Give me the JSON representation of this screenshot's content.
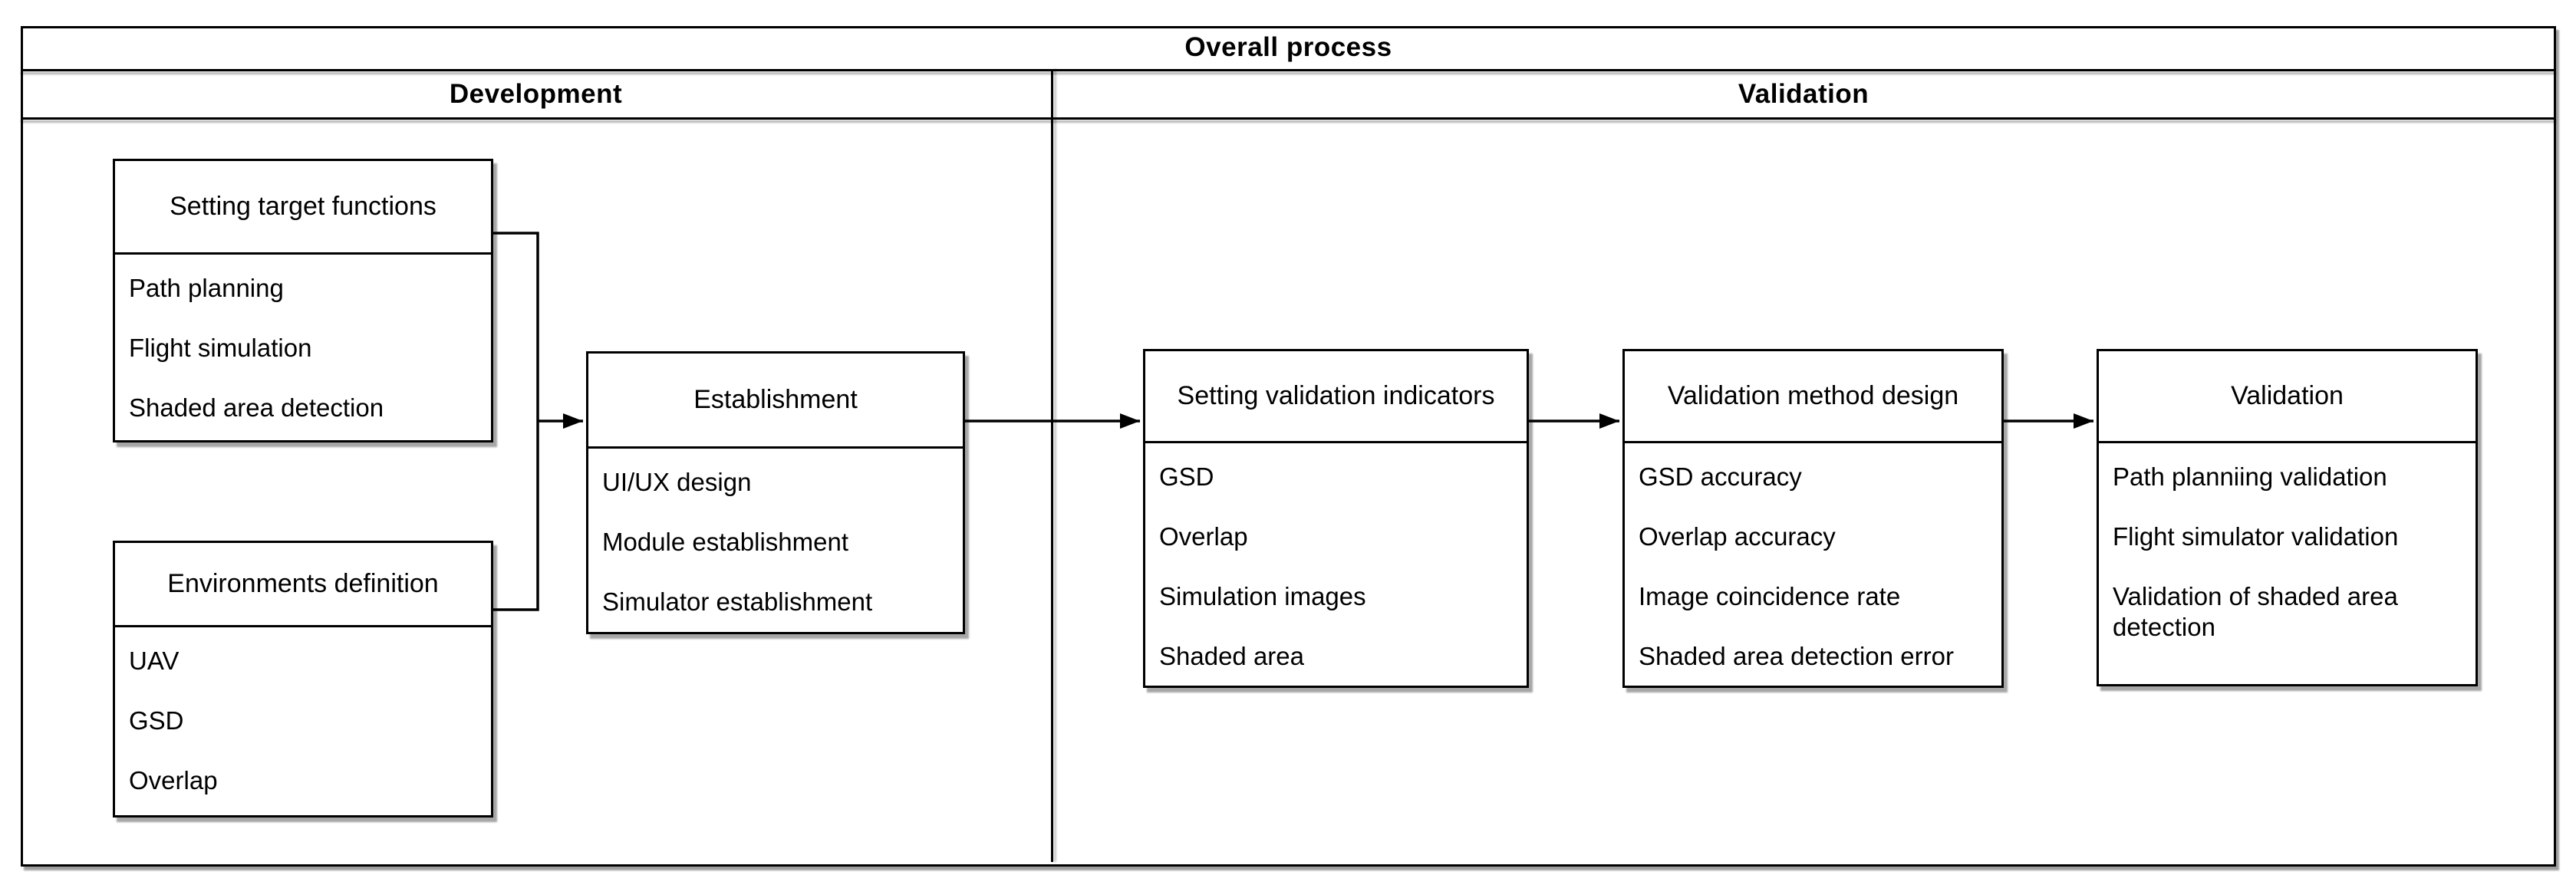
{
  "title": "Overall process",
  "sections": {
    "development": "Development",
    "validation": "Validation"
  },
  "boxes": [
    {
      "id": "setting-target-functions",
      "title": "Setting target functions",
      "items": [
        "Path planning",
        "Flight simulation",
        "Shaded area detection"
      ]
    },
    {
      "id": "environments-definition",
      "title": "Environments definition",
      "items": [
        "UAV",
        "GSD",
        "Overlap"
      ]
    },
    {
      "id": "establishment",
      "title": "Establishment",
      "items": [
        "UI/UX design",
        "Module establishment",
        "Simulator establishment"
      ]
    },
    {
      "id": "setting-validation-indicators",
      "title": "Setting validation indicators",
      "items": [
        "GSD",
        "Overlap",
        "Simulation images",
        "Shaded area"
      ]
    },
    {
      "id": "validation-method-design",
      "title": "Validation method design",
      "items": [
        "GSD accuracy",
        "Overlap accuracy",
        "Image coincidence rate",
        "Shaded area detection error"
      ]
    },
    {
      "id": "validation",
      "title": "Validation",
      "items": [
        "Path planniing validation",
        "Flight simulator validation",
        "Validation of shaded area detection"
      ]
    }
  ],
  "colors": {
    "line": "#000000",
    "background": "#ffffff",
    "shadow_gray": "#9b9b9b"
  }
}
